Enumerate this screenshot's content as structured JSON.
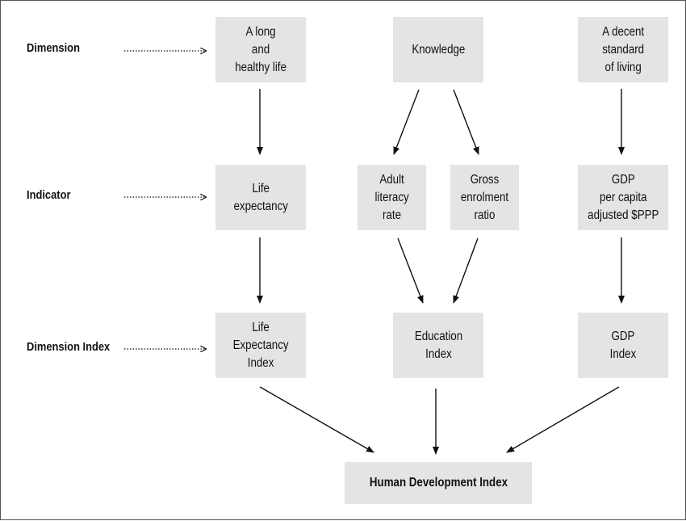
{
  "row_labels": {
    "dimension": "Dimension",
    "indicator": "Indicator",
    "dimension_index": "Dimension Index"
  },
  "dimensions": {
    "health": "A long\nand\nhealthy life",
    "knowledge": "Knowledge",
    "living": "A decent\nstandard\nof living"
  },
  "indicators": {
    "life_expectancy": "Life\nexpectancy",
    "adult_literacy": "Adult\nliteracy\nrate",
    "gross_enrolment": "Gross\nenrolment\nratio",
    "gdp_per_capita": "GDP\nper capita\nadjusted $PPP"
  },
  "indices": {
    "life_expectancy_index": "Life\nExpectancy\nIndex",
    "education_index": "Education\nIndex",
    "gdp_index": "GDP\nIndex"
  },
  "result": {
    "hdi": "Human Development Index"
  },
  "colors": {
    "box_fill": "#e4e4e4",
    "text": "#111111",
    "arrow": "#111111",
    "frame": "#555555"
  }
}
